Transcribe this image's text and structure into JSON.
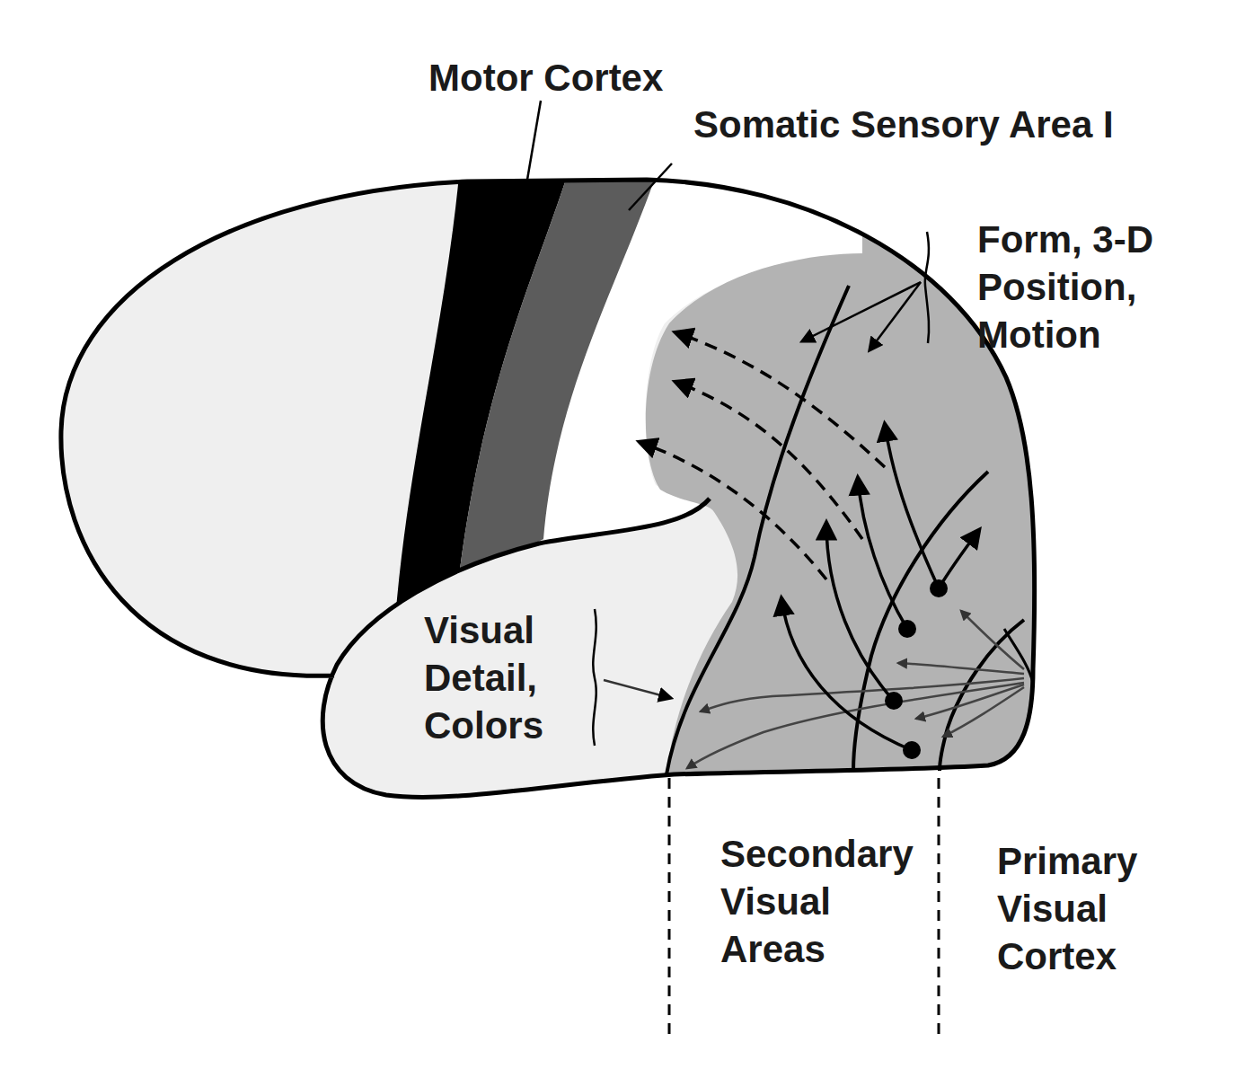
{
  "diagram": {
    "labels": [
      "Motor Cortex",
      "Somatic Sensory Area I",
      "Form, 3-D Position, Motion",
      "Visual Detail, Colors",
      "Secondary Visual Areas",
      "Primary Visual Cortex"
    ]
  }
}
